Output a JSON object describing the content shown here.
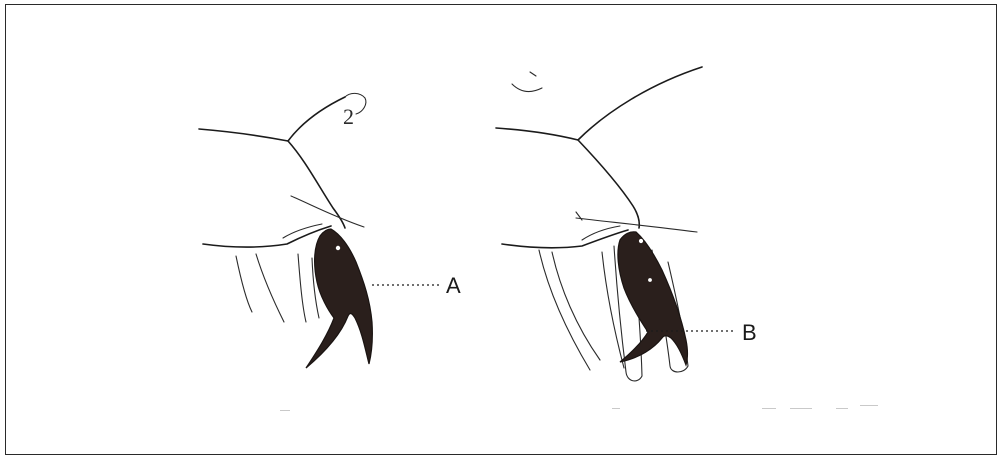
{
  "figure": {
    "labels": {
      "left_claw": "A",
      "right_claw": "B"
    },
    "mark": "2"
  }
}
